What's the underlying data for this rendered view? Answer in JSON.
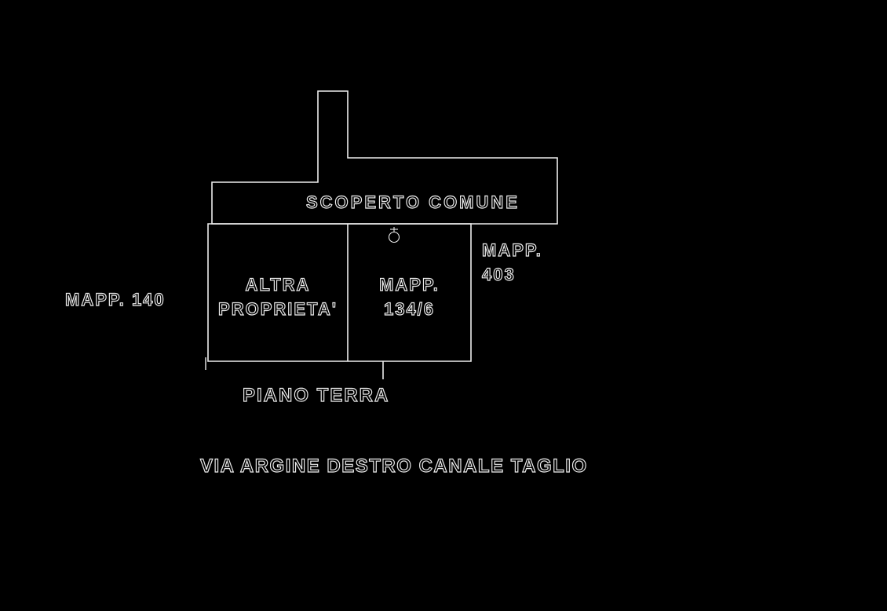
{
  "drawing": {
    "type": "cadastral-floor-plan",
    "background_color": "#000000",
    "line_color": "#ededed"
  },
  "labels": {
    "courtyard": "SCOPERTO COMUNE",
    "other_property_line1": "ALTRA",
    "other_property_line2": "PROPRIETA'",
    "parcel_134_line1": "MAPP.",
    "parcel_134_line2": "134/6",
    "parcel_403_line1": "MAPP.",
    "parcel_403_line2": "403",
    "parcel_140": "MAPP. 140",
    "floor_label": "PIANO TERRA",
    "street_label": "VIA ARGINE DESTRO CANALE TAGLIO"
  }
}
